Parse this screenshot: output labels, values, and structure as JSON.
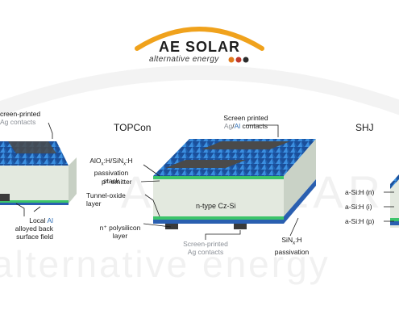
{
  "logo": {
    "name": "AE SOLAR",
    "tagline": "alternative energy",
    "dot_colors": [
      "#e07a1c",
      "#c0392b",
      "#2b2b2b"
    ],
    "arc_color": "#f0a21c"
  },
  "watermark": {
    "line1": "AE SOLAR",
    "line2": "alternative energy"
  },
  "panels": {
    "left": {
      "labels": {
        "contacts": "creen-printed",
        "contacts_ag": "Ag contacts",
        "bsf_1": "Local ",
        "bsf_al": "Al",
        "bsf_2": "alloyed back",
        "bsf_3": "surface field"
      }
    },
    "topcon": {
      "title": "TOPCon",
      "labels": {
        "passivation_1": "AlO",
        "passivation_sub1": "x",
        "passivation_2": ":H/SiN",
        "passivation_sub2": "x",
        "passivation_3": ":H",
        "passivation_4": "passivation",
        "passivation_5": "stack",
        "emitter": "p⁺ emitter",
        "tunnel_1": "Tunnel-oxide",
        "tunnel_2": "layer",
        "polysilicon_1": "n⁺ polysilicon",
        "polysilicon_2": "layer",
        "front_contacts_1": "Screen printed",
        "front_contacts_ag": "Ag",
        "front_contacts_slash": "/",
        "front_contacts_al": "Al",
        "front_contacts_2": " contacts",
        "wafer": "n-type Cz-Si",
        "back_contacts_1": "Screen-printed",
        "back_contacts_2": "Ag contacts",
        "sin_1": "SiN",
        "sin_sub": "x",
        "sin_2": ":H",
        "sin_3": "passivation"
      }
    },
    "shj": {
      "title": "SHJ",
      "labels": {
        "asi_n": "a-Si:H (n)",
        "asi_i": "a-Si:H (i)",
        "asi_p": "a-Si:H (p)"
      }
    }
  },
  "colors": {
    "texture_blue": "#2d7fd4",
    "texture_dark": "#1b4f9a",
    "wafer_face": "#dfe6dc",
    "passivation_green": "#3cc46a",
    "back_blue": "#2a5fb0",
    "contact_dark": "#3a3a3a"
  }
}
